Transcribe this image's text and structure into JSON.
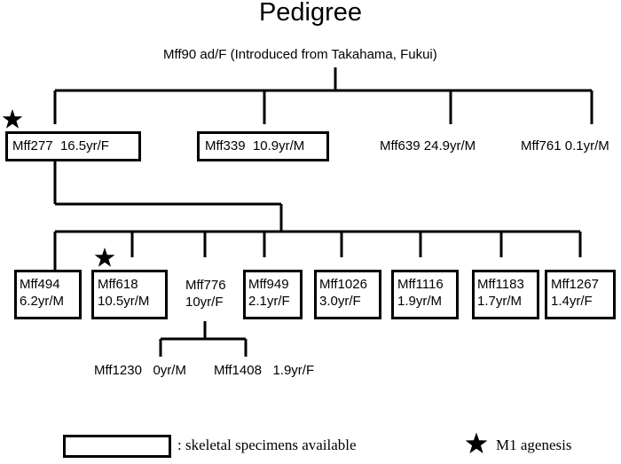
{
  "title": "Pedigree",
  "founder": "Mff90  ad/F (Introduced from Takahama, Fukui)",
  "generation2": [
    {
      "id": "Mff277",
      "info": "16.5yr/F",
      "boxed": true,
      "m1_agenesis": true
    },
    {
      "id": "Mff339",
      "info": "10.9yr/M",
      "boxed": true,
      "m1_agenesis": false
    },
    {
      "id": "Mff639",
      "info": "24.9yr/M",
      "boxed": false,
      "m1_agenesis": false
    },
    {
      "id": "Mff761",
      "info": "0.1yr/M",
      "boxed": false,
      "m1_agenesis": false
    }
  ],
  "generation3": [
    {
      "id": "Mff494",
      "info": "6.2yr/M",
      "boxed": true,
      "m1_agenesis": false
    },
    {
      "id": "Mff618",
      "info": "10.5yr/M",
      "boxed": true,
      "m1_agenesis": true
    },
    {
      "id": "Mff776",
      "info": "10yr/F",
      "boxed": false,
      "m1_agenesis": false
    },
    {
      "id": "Mff949",
      "info": "2.1yr/F",
      "boxed": true,
      "m1_agenesis": false
    },
    {
      "id": "Mff1026",
      "info": "3.0yr/F",
      "boxed": true,
      "m1_agenesis": false
    },
    {
      "id": "Mff1116",
      "info": "1.9yr/M",
      "boxed": true,
      "m1_agenesis": false
    },
    {
      "id": "Mff1183",
      "info": "1.7yr/M",
      "boxed": true,
      "m1_agenesis": false
    },
    {
      "id": "Mff1267",
      "info": "1.4yr/F",
      "boxed": true,
      "m1_agenesis": false
    }
  ],
  "generation4": [
    {
      "id": "Mff1230",
      "info": "0yr/M"
    },
    {
      "id": "Mff1408",
      "info": "1.9yr/F"
    }
  ],
  "legend": {
    "box_text": ": skeletal specimens available",
    "star_text": "M1 agenesis"
  }
}
